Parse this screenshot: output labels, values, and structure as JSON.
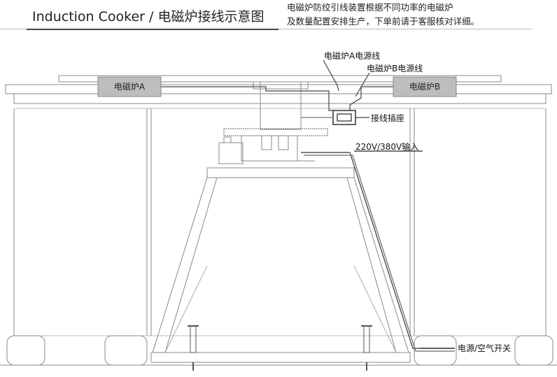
{
  "header": {
    "title": "Induction Cooker / 电磁炉接线示意图",
    "note_line1": "电磁炉防绞引线装置根据不同功率的电磁炉",
    "note_line2": "及数量配置安排生产，下单前请于客服核对详细。"
  },
  "diagram": {
    "cooker_a": "电磁炉A",
    "cooker_b": "电磁炉B",
    "label_power_a": "电磁炉A电源线",
    "label_power_b": "电磁炉B电源线",
    "label_socket": "接线插座",
    "label_input": "220V/380V输入",
    "label_switch": "电源/空气开关"
  },
  "colors": {
    "line": "#444444",
    "light_line": "#999999",
    "cooker_fill": "#bdbdbd"
  }
}
